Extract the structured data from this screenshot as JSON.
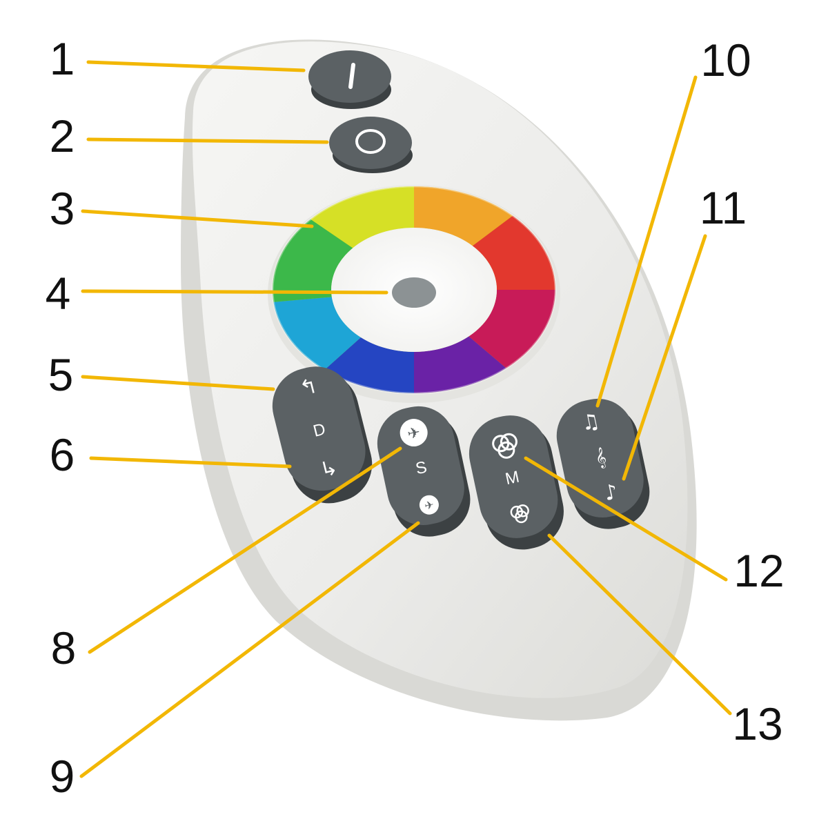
{
  "diagram": {
    "callouts": [
      {
        "id": "1",
        "label": "1"
      },
      {
        "id": "2",
        "label": "2"
      },
      {
        "id": "3",
        "label": "3"
      },
      {
        "id": "4",
        "label": "4"
      },
      {
        "id": "5",
        "label": "5"
      },
      {
        "id": "6",
        "label": "6"
      },
      {
        "id": "8",
        "label": "8"
      },
      {
        "id": "9",
        "label": "9"
      },
      {
        "id": "10",
        "label": "10"
      },
      {
        "id": "11",
        "label": "11"
      },
      {
        "id": "12",
        "label": "12"
      },
      {
        "id": "13",
        "label": "13"
      }
    ],
    "button_marks": {
      "on_symbol": "I",
      "off_symbol": "O",
      "dynamic_letter": "D",
      "speed_letter": "S",
      "mode_letter": "M",
      "music_glyph_top": "♫",
      "music_glyph_mid": "♪"
    },
    "colors": {
      "leader_line": "#f2b705",
      "button_fill": "#5b6164",
      "remote_body": "#ececea",
      "remote_edge": "#d6d6d2"
    }
  }
}
